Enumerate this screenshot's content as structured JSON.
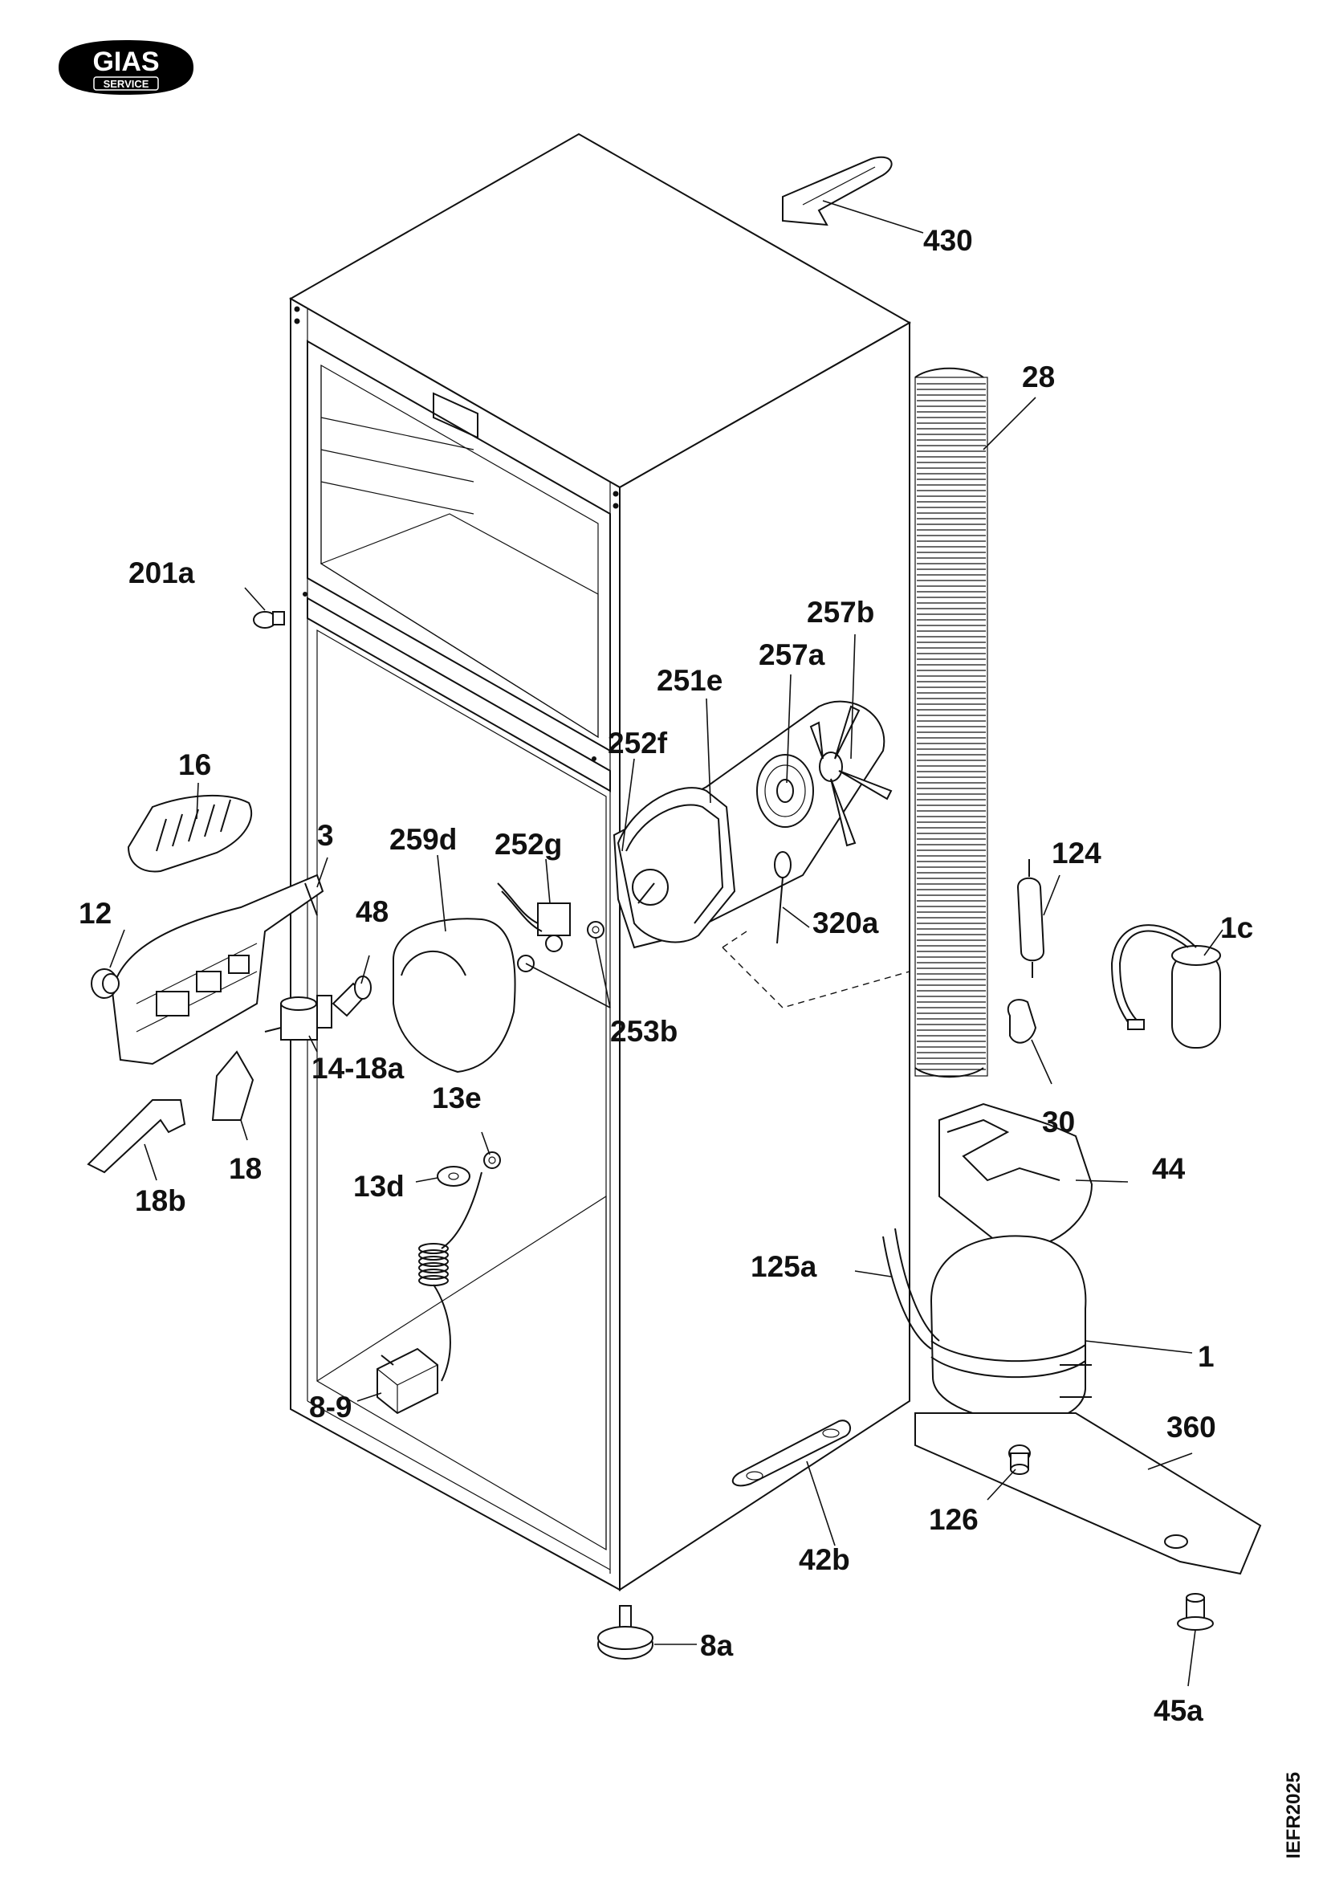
{
  "brand": {
    "name": "GIAS",
    "subtitle": "SERVICE",
    "color": "#000000"
  },
  "document_id": "IEFR2025",
  "callouts": [
    {
      "id": "430",
      "text": "430"
    },
    {
      "id": "28",
      "text": "28"
    },
    {
      "id": "201a",
      "text": "201a"
    },
    {
      "id": "257b",
      "text": "257b"
    },
    {
      "id": "257a",
      "text": "257a"
    },
    {
      "id": "251e",
      "text": "251e"
    },
    {
      "id": "252f",
      "text": "252f"
    },
    {
      "id": "16",
      "text": "16"
    },
    {
      "id": "3",
      "text": "3"
    },
    {
      "id": "259d",
      "text": "259d"
    },
    {
      "id": "252g",
      "text": "252g"
    },
    {
      "id": "124",
      "text": "124"
    },
    {
      "id": "12",
      "text": "12"
    },
    {
      "id": "48",
      "text": "48"
    },
    {
      "id": "320a",
      "text": "320a"
    },
    {
      "id": "1c",
      "text": "1c"
    },
    {
      "id": "253b",
      "text": "253b"
    },
    {
      "id": "14-18a",
      "text": "14-18a"
    },
    {
      "id": "13e",
      "text": "13e"
    },
    {
      "id": "30",
      "text": "30"
    },
    {
      "id": "18",
      "text": "18"
    },
    {
      "id": "13d",
      "text": "13d"
    },
    {
      "id": "44",
      "text": "44"
    },
    {
      "id": "18b",
      "text": "18b"
    },
    {
      "id": "125a",
      "text": "125a"
    },
    {
      "id": "1",
      "text": "1"
    },
    {
      "id": "8-9",
      "text": "8-9"
    },
    {
      "id": "360",
      "text": "360"
    },
    {
      "id": "126",
      "text": "126"
    },
    {
      "id": "42b",
      "text": "42b"
    },
    {
      "id": "8a",
      "text": "8a"
    },
    {
      "id": "45a",
      "text": "45a"
    }
  ]
}
